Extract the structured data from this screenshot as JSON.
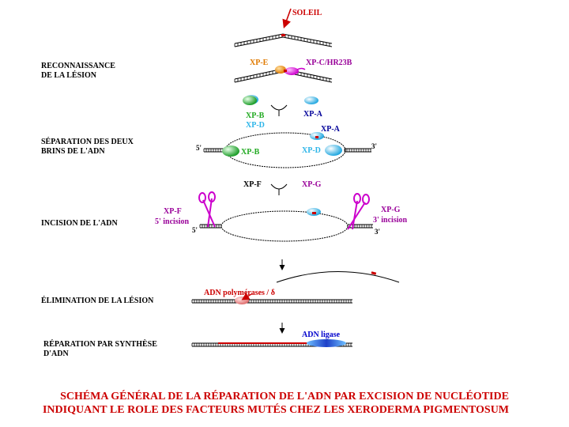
{
  "colors": {
    "black": "#000000",
    "red": "#cc0000",
    "orange": "#e07a00",
    "magenta": "#cc00cc",
    "purple": "#990099",
    "green": "#22aa22",
    "cyan": "#2db5e8",
    "navy": "#000099",
    "blue": "#0000cc"
  },
  "sun": {
    "label": "SOLEIL"
  },
  "steps": [
    {
      "line1": "RECONNAISSANCE",
      "line2": "DE LA LÉSION"
    },
    {
      "line1": "SÉPARATION DES DEUX",
      "line2": "BRINS DE L'ADN"
    },
    {
      "line1": "INCISION DE L'ADN",
      "line2": ""
    },
    {
      "line1": "ÉLIMINATION DE LA LÉSION",
      "line2": ""
    },
    {
      "line1": " RÉPARATION PAR SYNTHÈSE",
      "line2": "D'ADN"
    }
  ],
  "factors": {
    "xpe": "XP-E",
    "xpc": "XP-C/HR23B",
    "xpb": "XP-B",
    "xpd": "XP-D",
    "xpa": "XP-A",
    "xpf": "XP-F",
    "xpg": "XP-G",
    "incision5": "5' incision",
    "incision3": "3' incision",
    "polymerase": "ADN polymérases  / δ",
    "ligase": "ADN ligase"
  },
  "strand_ends": {
    "five_prime": "5'",
    "three_prime": "3'"
  },
  "caption": {
    "line1": "SCHÉMA GÉNÉRAL DE LA RÉPARATION DE L'ADN PAR EXCISION DE NUCLÉOTIDE",
    "line2": "INDIQUANT LE ROLE DES FACTEURS MUTÉS CHEZ LES XERODERMA PIGMENTOSUM"
  }
}
